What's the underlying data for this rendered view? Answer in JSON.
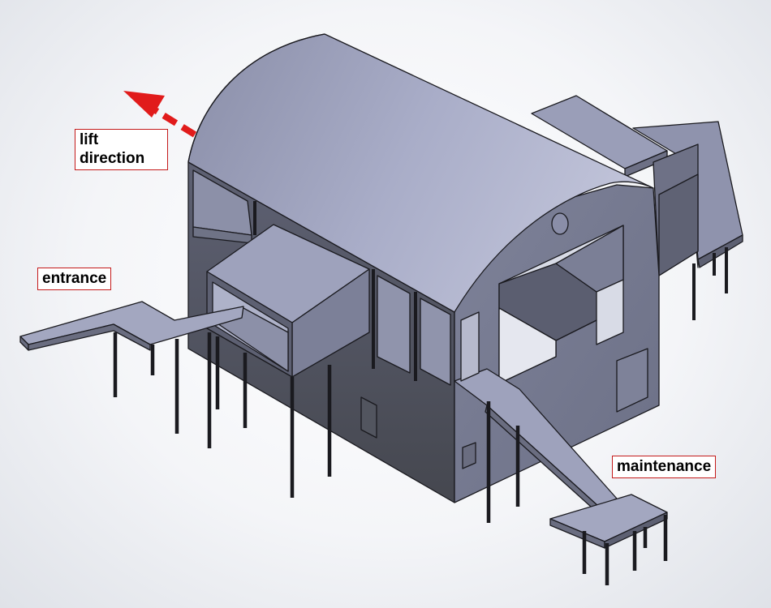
{
  "labels": {
    "lift_direction": "lift\ndirection",
    "entrance": "entrance",
    "maintenance": "maintenance"
  },
  "colors": {
    "label_border": "#c41a1a",
    "arrow": "#e11b1b",
    "model_face_light": "#9ea3bf",
    "model_face_mid": "#7d8199",
    "model_face_dark": "#5b5e70",
    "edge": "#1a1a1f"
  }
}
